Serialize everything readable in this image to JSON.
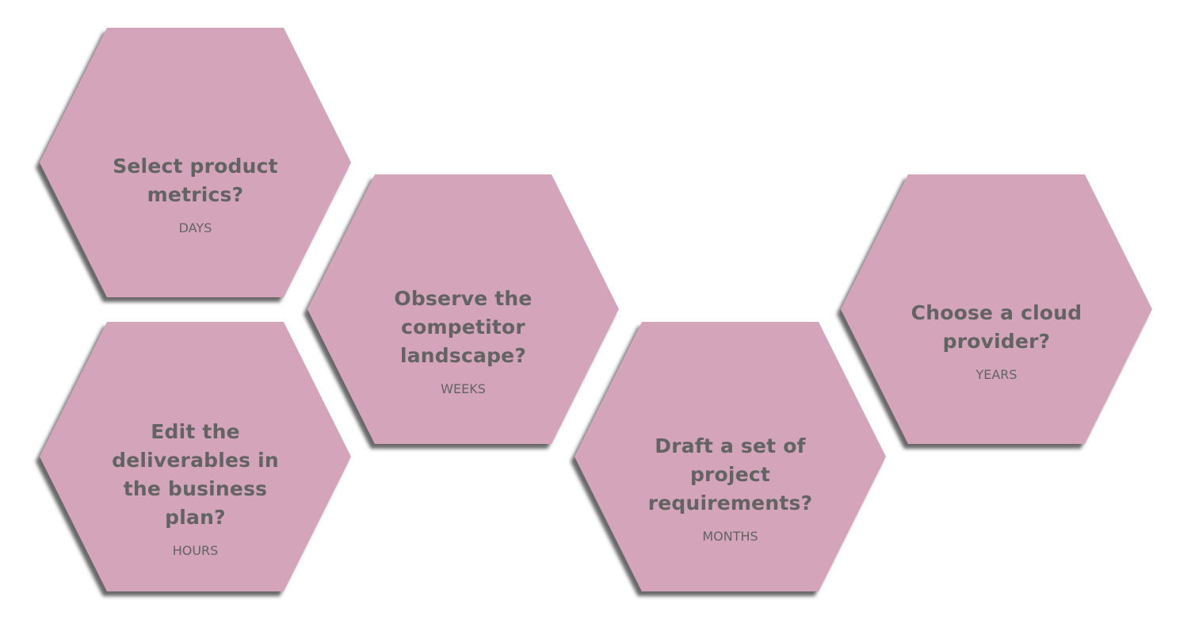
{
  "colors": {
    "fill": "#d4a5ba",
    "text": "#636363",
    "shadow": "#5f5f5f"
  },
  "hexagons": [
    {
      "title_lines": [
        "Select product",
        "metrics?"
      ],
      "label": "DAYS"
    },
    {
      "title_lines": [
        "Observe the",
        "competitor",
        "landscape?"
      ],
      "label": "WEEKS"
    },
    {
      "title_lines": [
        "Edit the",
        "deliverables in",
        "the business",
        "plan?"
      ],
      "label": "HOURS"
    },
    {
      "title_lines": [
        "Draft a set of",
        "project",
        "requirements?"
      ],
      "label": "MONTHS"
    },
    {
      "title_lines": [
        "Choose a cloud",
        "provider?"
      ],
      "label": "YEARS"
    }
  ]
}
